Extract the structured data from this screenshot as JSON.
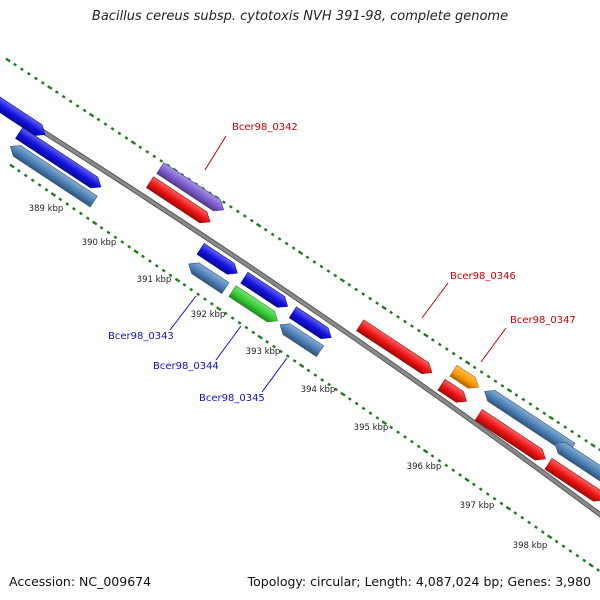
{
  "title": "Bacillus cereus subsp. cytotoxis NVH 391-98, complete genome",
  "footer": {
    "accession": "Accession: NC_009674",
    "summary": "Topology: circular; Length: 4,087,024 bp; Genes: 3,980"
  },
  "colors": {
    "backbone": "#8a8a8a",
    "tick": "#1f7a1f",
    "forward_cds": "#1010e0",
    "reverse_cds": "#4a7fb5",
    "rna": "#7a5bd0",
    "red_feature": "#ee1111",
    "green_feature": "#33cc33",
    "orange_feature": "#ff9900",
    "label_blue": "#1010c0",
    "label_red": "#cc0000"
  },
  "scale_labels": [
    "389 kbp",
    "390 kbp",
    "391 kbp",
    "392 kbp",
    "393 kbp",
    "394 kbp",
    "395 kbp",
    "396 kbp",
    "397 kbp",
    "398 kbp"
  ],
  "gene_labels": [
    {
      "text": "Bcer98_0342",
      "color": "red"
    },
    {
      "text": "Bcer98_0343",
      "color": "blue"
    },
    {
      "text": "Bcer98_0344",
      "color": "blue"
    },
    {
      "text": "Bcer98_0345",
      "color": "blue"
    },
    {
      "text": "Bcer98_0346",
      "color": "red"
    },
    {
      "text": "Bcer98_0347",
      "color": "red"
    }
  ]
}
